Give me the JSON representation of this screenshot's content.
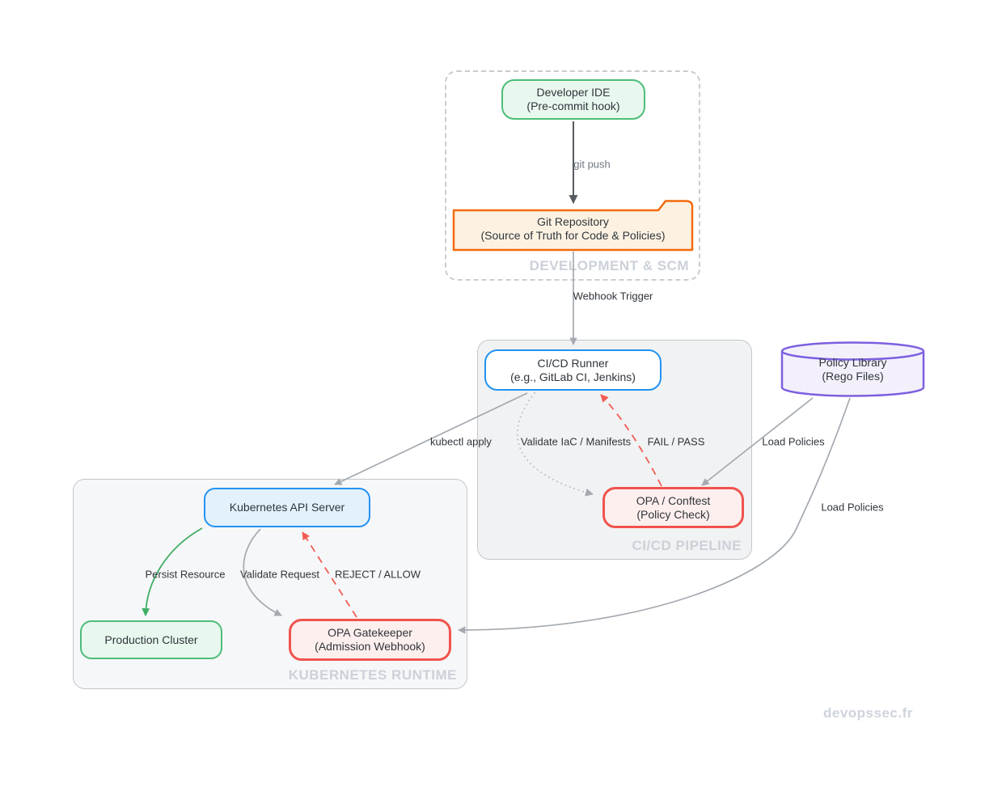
{
  "watermark": "devopssec.fr",
  "containers": {
    "development_scm": {
      "label": "DEVELOPMENT & SCM"
    },
    "cicd_pipeline": {
      "label": "CI/CD PIPELINE"
    },
    "kubernetes_runtime": {
      "label": "KUBERNETES RUNTIME"
    }
  },
  "nodes": {
    "developer_ide": {
      "title": "Developer IDE",
      "subtitle": "(Pre-commit hook)"
    },
    "git_repository": {
      "title": "Git Repository",
      "subtitle": "(Source of Truth for Code & Policies)"
    },
    "cicd_runner": {
      "title": "CI/CD Runner",
      "subtitle": "(e.g., GitLab CI, Jenkins)"
    },
    "opa_conftest": {
      "title": "OPA / Conftest",
      "subtitle": "(Policy Check)"
    },
    "policy_library": {
      "title": "Policy Library",
      "subtitle": "(Rego Files)"
    },
    "kubernetes_api_server": {
      "title": "Kubernetes API Server"
    },
    "production_cluster": {
      "title": "Production Cluster"
    },
    "opa_gatekeeper": {
      "title": "OPA Gatekeeper",
      "subtitle": "(Admission Webhook)"
    }
  },
  "edges": {
    "git_push": {
      "label": "git push"
    },
    "webhook_trigger": {
      "label": "Webhook Trigger"
    },
    "kubectl_apply": {
      "label": "kubectl apply"
    },
    "validate_iac": {
      "label": "Validate IaC / Manifests"
    },
    "fail_pass": {
      "label": "FAIL / PASS"
    },
    "load_policies_conftest": {
      "label": "Load Policies"
    },
    "load_policies_gatekeeper": {
      "label": "Load Policies"
    },
    "persist_resource": {
      "label": "Persist Resource"
    },
    "validate_request": {
      "label": "Validate Request"
    },
    "reject_allow": {
      "label": "REJECT / ALLOW"
    }
  },
  "palette": {
    "green_border": "#4dbd79",
    "green_fill": "#e9f8ee",
    "blue_border": "#2492f3",
    "blue_fill": "#e2f1fc",
    "red_border": "#f0534d",
    "red_fill": "#fdefed",
    "orange_border": "#f26a0e",
    "orange_fill": "#fdf2e2",
    "purple_border": "#7d5fe0",
    "purple_fill": "#f3f0fb",
    "container_fill_cicd": "#f1f2f3",
    "container_fill_k8s": "#f6f7f8",
    "container_border": "#c4c7cb",
    "container_label": "#ccd1d9",
    "arrow_gray": "#a4aab0",
    "arrow_dark": "#565b61",
    "arrow_green": "#3fae64",
    "arrow_red": "#f25c54",
    "text": "#2f353b",
    "watermark": "#ced3dd"
  }
}
